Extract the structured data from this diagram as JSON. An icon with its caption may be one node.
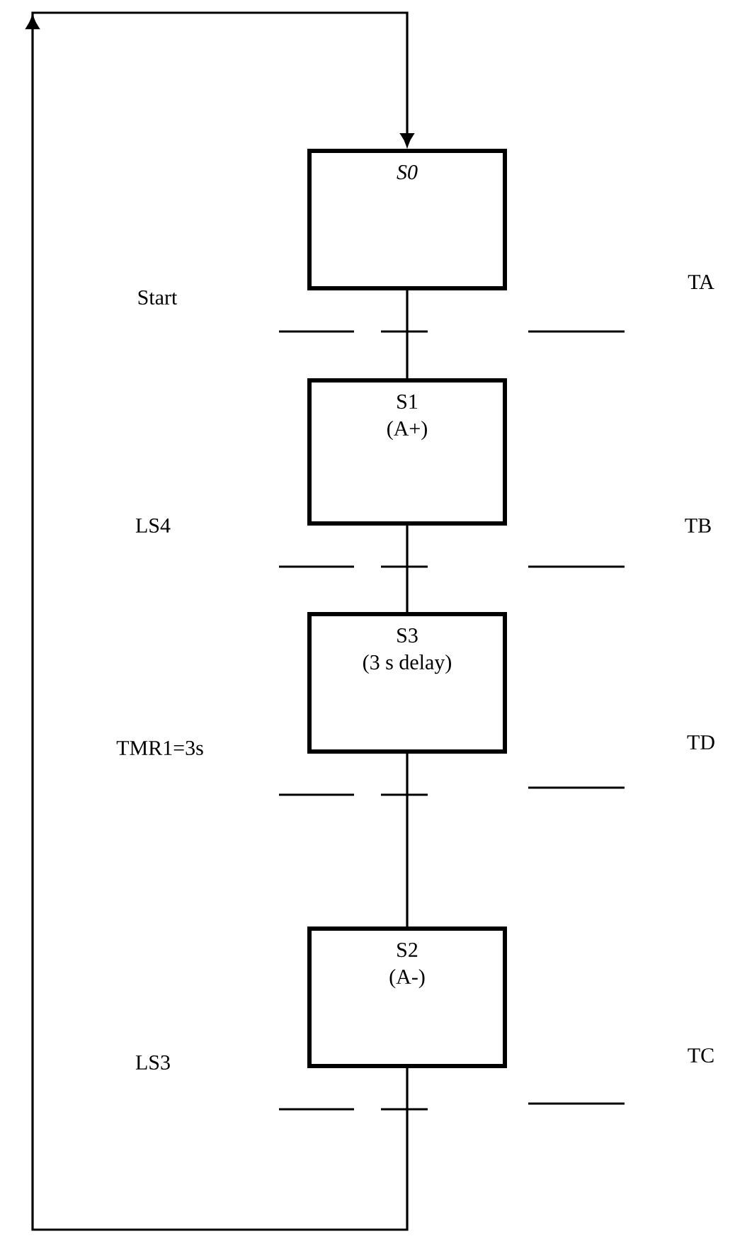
{
  "diagram": {
    "nodes": [
      {
        "text": [
          "S0"
        ]
      },
      {
        "text": [
          "S1",
          "(A+)"
        ]
      },
      {
        "text": [
          "S3",
          "(3 s delay)"
        ]
      },
      {
        "text": [
          "S2",
          "(A-)"
        ]
      }
    ],
    "edges": [
      {
        "from": 0,
        "to": 1,
        "arrow": "none"
      },
      {
        "from": 1,
        "to": 2,
        "arrow": "none"
      },
      {
        "from": 2,
        "to": 3,
        "arrow": "none"
      },
      {
        "from": 3,
        "to": 0,
        "arrow": "to"
      }
    ],
    "labels": [
      "Start",
      "TA",
      "LS4",
      "TB",
      "TMR1=3s",
      "TD",
      "LS3",
      "TC"
    ]
  }
}
